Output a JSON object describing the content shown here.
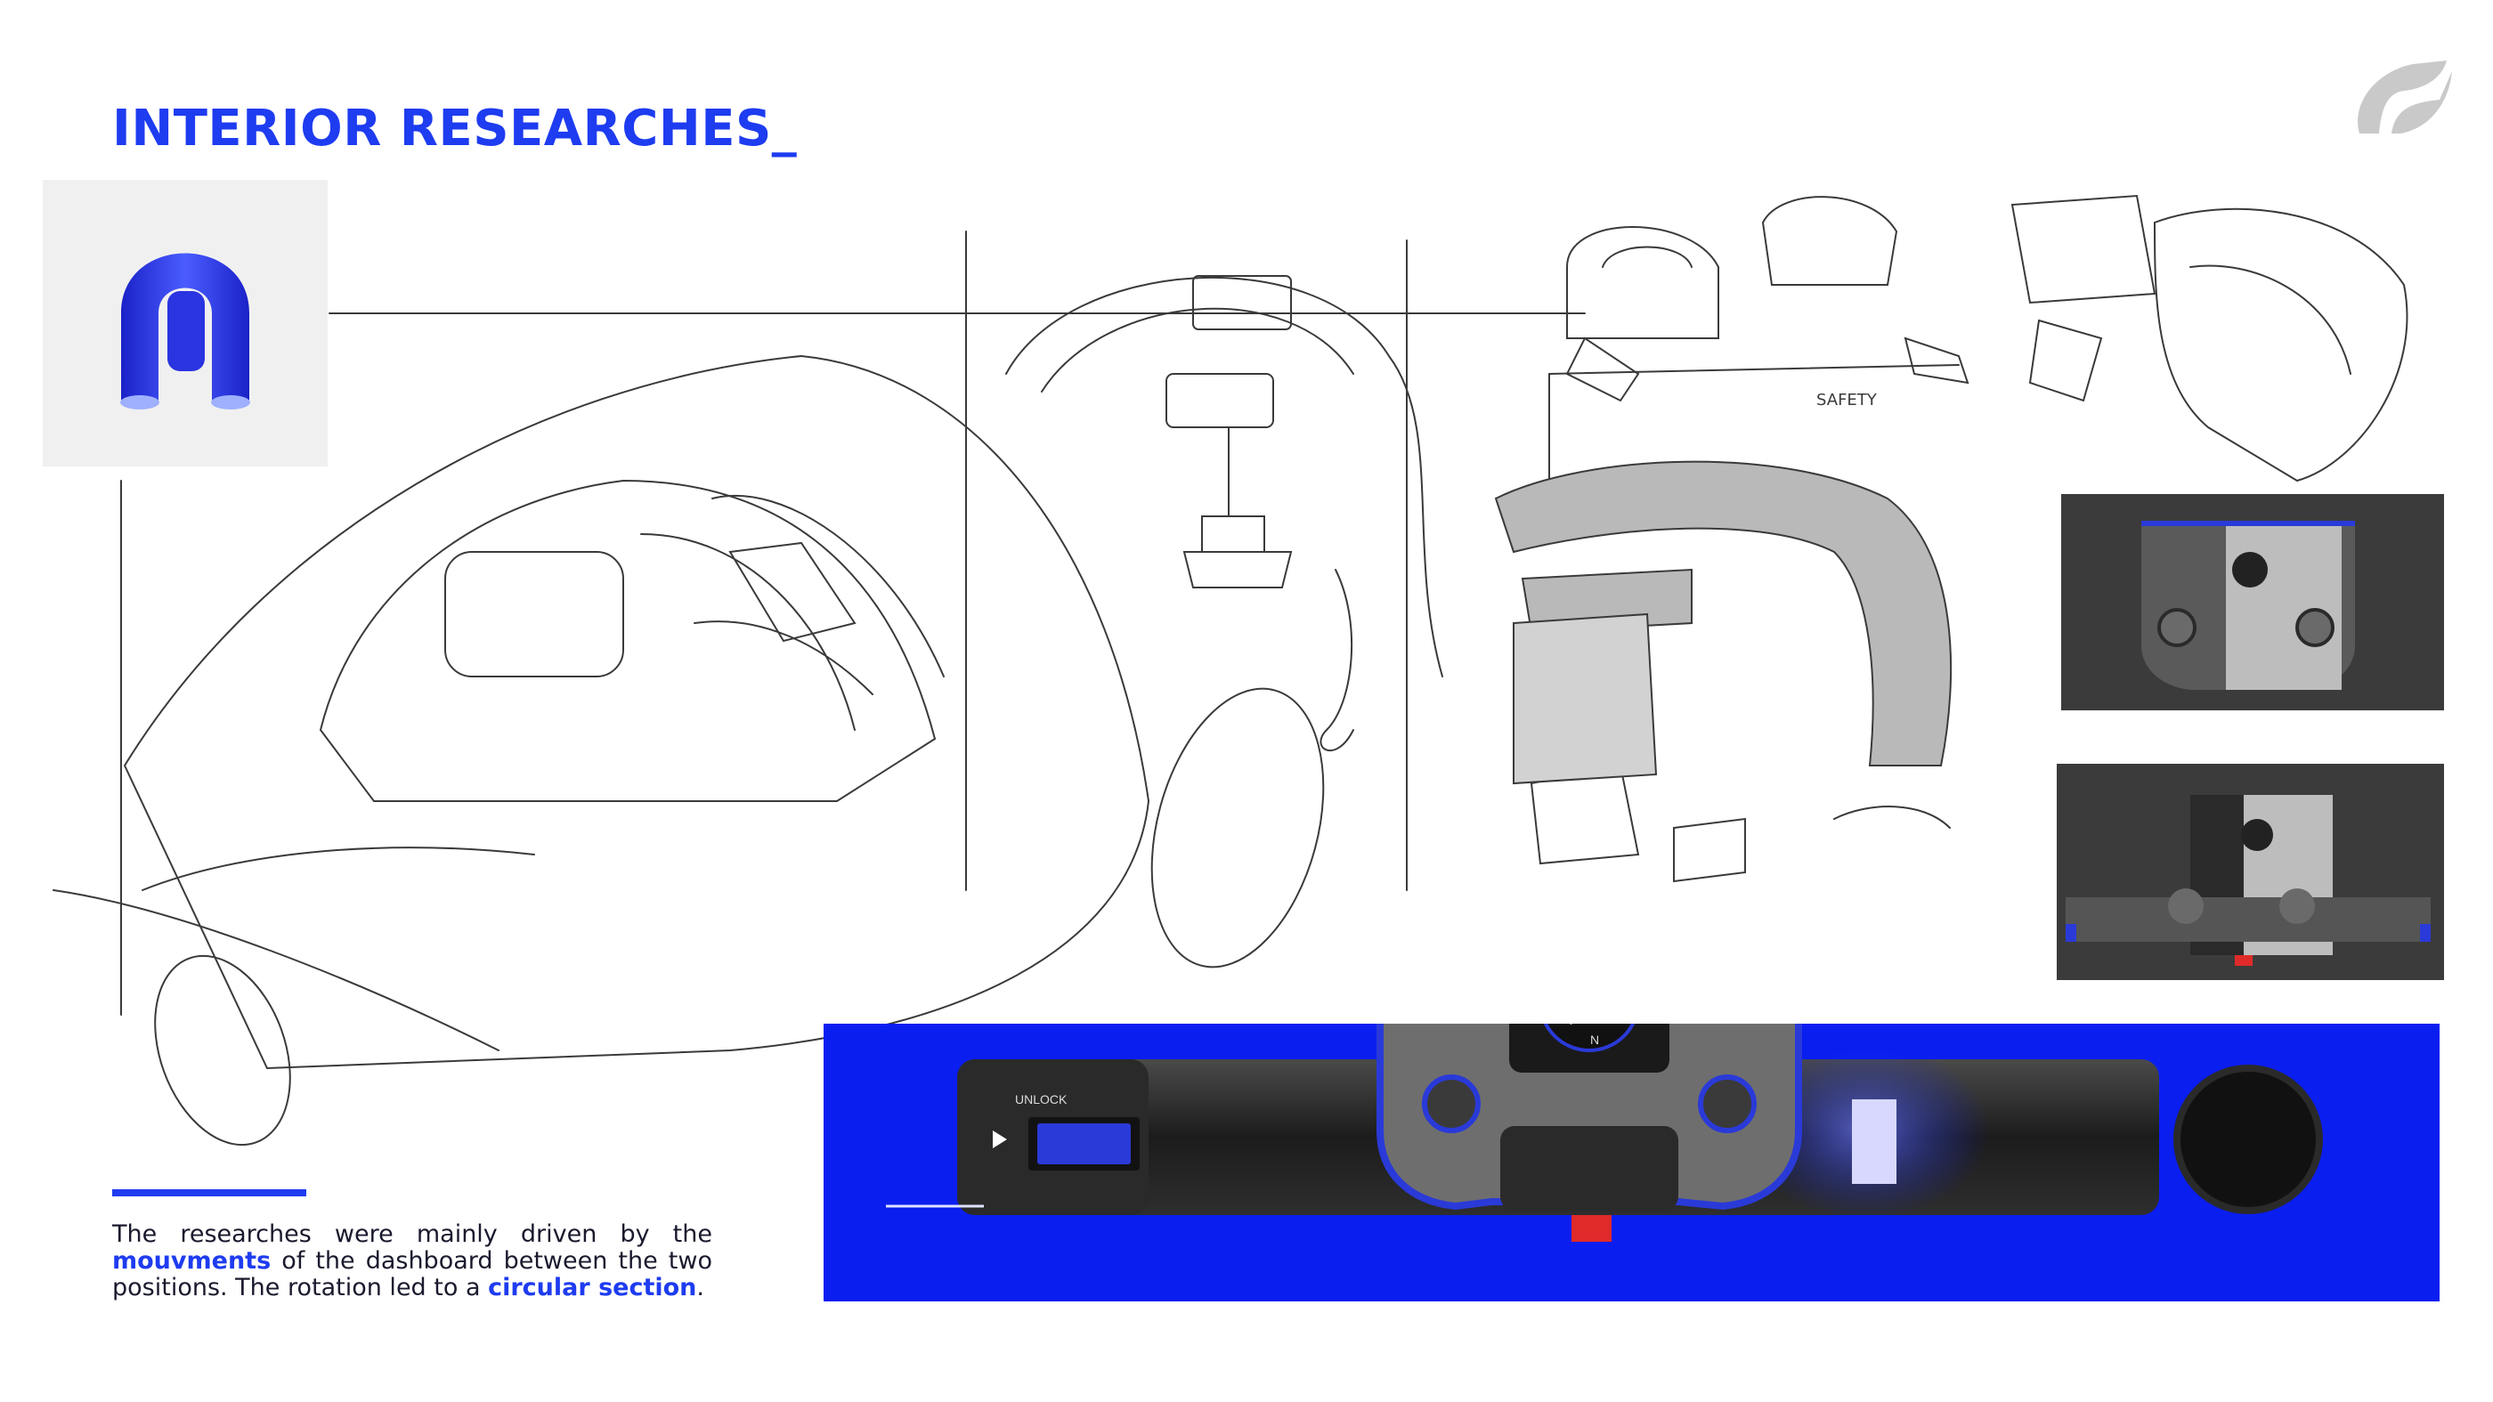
{
  "page": {
    "title": "INTERIOR RESEARCHES_",
    "accent_color": "#1e3cf0"
  },
  "logo": {
    "icon": "brand-logo-icon"
  },
  "description": {
    "part1": "The researches were mainly driven by the ",
    "highlight1": "mouvments",
    "part2": " of the dashboard between the two positions. The rotation led to a ",
    "highlight2": "circular section",
    "part3": "."
  },
  "hero": {
    "unlock_label": "UNLOCK",
    "gauge_letter": "N"
  },
  "sketch": {
    "safety_note": "SAFETY"
  }
}
